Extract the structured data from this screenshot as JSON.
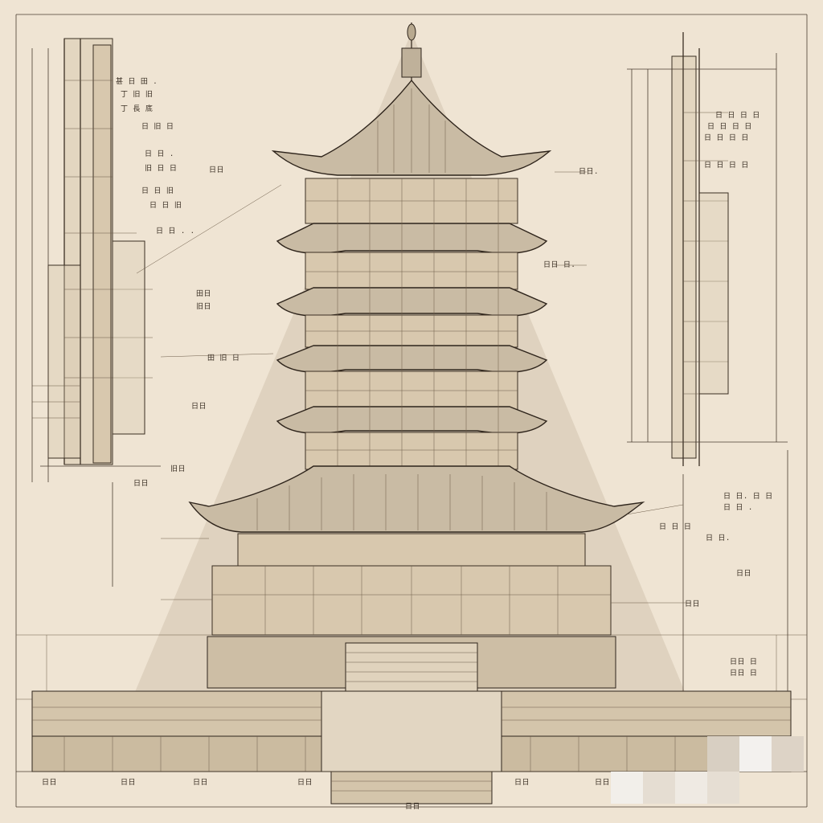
{
  "colors": {
    "paper": "#efe4d3",
    "ink": "#3a2f24",
    "shadow": "#cfc2ae",
    "roof": "#c9bba4",
    "wall": "#d8c8ae"
  },
  "labels": {
    "left_col": [
      "甚 日 田 .",
      "丁 旧 旧",
      "丁 長 底",
      "日 旧 日",
      "日 日 .",
      "旧 日 日",
      "日 日 旧",
      "日 日 旧",
      "日 日 . ."
    ],
    "left_mid": [
      "田日",
      "旧日",
      "日日",
      "旧日"
    ],
    "center_left": [
      "日日",
      "田 旧 日",
      "日日"
    ],
    "center_right": [
      "日日.",
      "日日 日.",
      "日 日 日"
    ],
    "right_col": [
      "日 日 日 日",
      "日 日 日 日",
      "日 日 日 日",
      "日 日 日 日"
    ],
    "right_lower": [
      "日 日. 日 日",
      "日 日 .",
      "日 日.",
      "日日",
      "日日 日",
      "日日 日",
      "日日"
    ],
    "bottom_row": [
      "日日",
      "日日",
      "日日",
      "日日",
      "日日",
      "日日"
    ],
    "gate_label": "日日"
  }
}
